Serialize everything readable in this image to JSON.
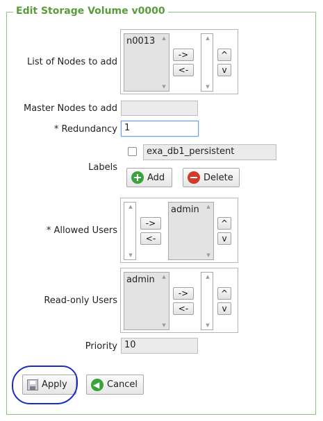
{
  "title": "Edit Storage Volume v0000",
  "nodes": {
    "label": "List of Nodes to add",
    "available": [
      "n0013"
    ],
    "selected": [],
    "add_arrow": "->",
    "remove_arrow": "<-",
    "up": "^",
    "down": "v"
  },
  "master_nodes": {
    "label": "Master Nodes to add",
    "value": ""
  },
  "redundancy": {
    "label": "* Redundancy",
    "value": "1"
  },
  "labels": {
    "label": "Labels",
    "items": [
      "exa_db1_persistent"
    ],
    "add_label": "Add",
    "delete_label": "Delete"
  },
  "allowed_users": {
    "label": "* Allowed Users",
    "available": [],
    "selected": [
      "admin"
    ],
    "add_arrow": "->",
    "remove_arrow": "<-",
    "up": "^",
    "down": "v"
  },
  "readonly_users": {
    "label": "Read-only Users",
    "available": [
      "admin"
    ],
    "selected": [],
    "add_arrow": "->",
    "remove_arrow": "<-",
    "up": "^",
    "down": "v"
  },
  "priority": {
    "label": "Priority",
    "value": "10"
  },
  "actions": {
    "apply_label": "Apply",
    "cancel_label": "Cancel"
  },
  "colors": {
    "legend": "#5a9c3c",
    "fieldset_border": "#8ec27a",
    "annotation_circle": "#1c2bc4"
  },
  "icons": {
    "add": "plus-circle-icon",
    "delete": "minus-circle-icon",
    "apply": "floppy-disk-icon",
    "cancel": "back-arrow-icon"
  }
}
